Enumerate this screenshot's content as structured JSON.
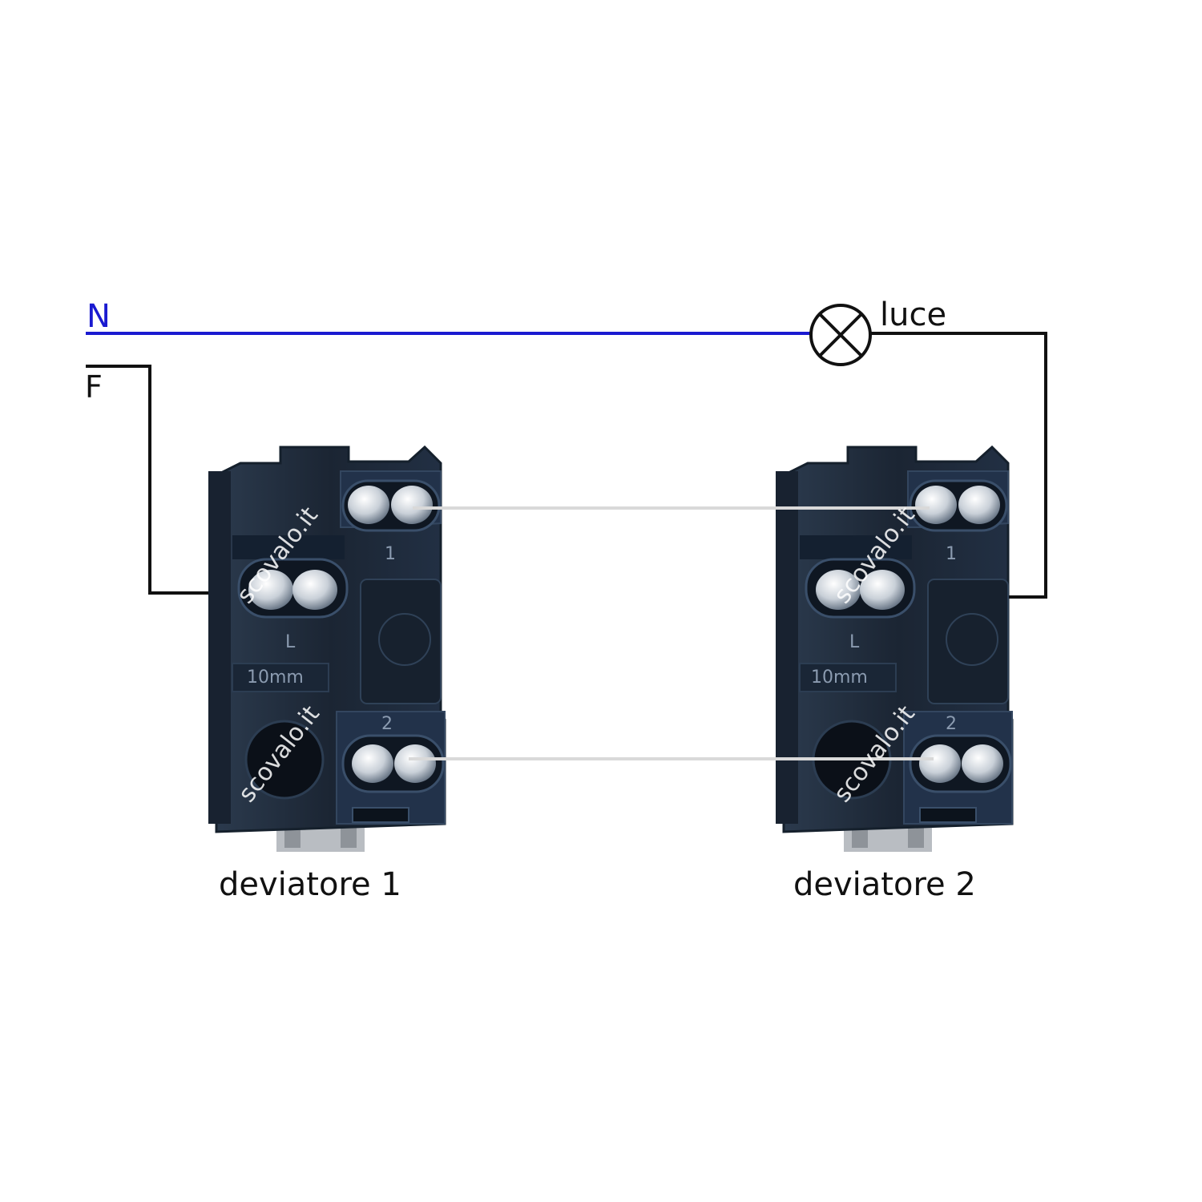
{
  "labels": {
    "neutral": "N",
    "phase": "F",
    "lamp": "luce",
    "switch1": "deviatore 1",
    "switch2": "deviatore 2"
  },
  "terminal_labels": {
    "traveler1": "1",
    "common": "L",
    "traveler2": "2",
    "strip_gauge": "10mm"
  },
  "watermark": "scovalo.it",
  "colors": {
    "neutral_wire": "#1a1ad0",
    "phase_wire": "#111111",
    "traveler_wire": "#d9d9d9",
    "switch_body": "#1d2836",
    "switch_edge": "#2c3d52"
  },
  "icons": {
    "lamp": "lamp-symbol-icon"
  }
}
